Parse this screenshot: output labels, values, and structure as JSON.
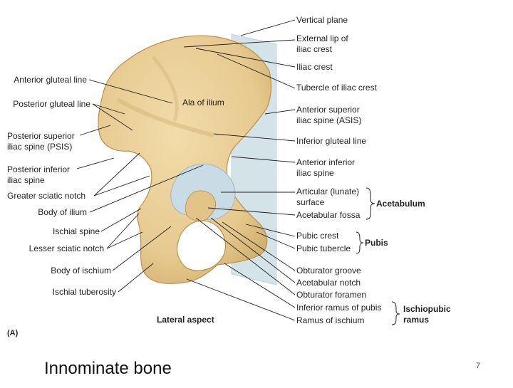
{
  "diagram": {
    "panel_letter": "(A)",
    "aspect_caption": "Lateral aspect",
    "left_labels": [
      "Anterior gluteal line",
      "Posterior gluteal line",
      "Posterior superior",
      "iliac spine (PSIS)",
      "Posterior inferior",
      "iliac spine",
      "Greater sciatic notch",
      "Body of ilium",
      "Ischial spine",
      "Lesser sciatic notch",
      "Body of ischium",
      "Ischial tuberosity"
    ],
    "center_label": "Ala of ilium",
    "right_labels": [
      "Vertical plane",
      "External lip of",
      "iliac crest",
      "Iliac crest",
      "Tubercle of iliac crest",
      "Anterior superior",
      "iliac spine (ASIS)",
      "Inferior gluteal line",
      "Anterior inferior",
      "iliac spine",
      "Articular (lunate)",
      "surface",
      "Acetabular fossa",
      "Pubic crest",
      "Pubic tubercle",
      "Obturator groove",
      "Acetabular notch",
      "Obturator foramen",
      "Inferior ramus of pubis",
      "Ramus of ischium"
    ],
    "groups": {
      "acetabulum": "Acetabulum",
      "pubis": "Pubis",
      "ischiopubic_line1": "Ischiopubic",
      "ischiopubic_line2": "ramus"
    },
    "colors": {
      "bone": "#e9cf98",
      "bone_shadow": "#c9a866",
      "plane": "#cfe0e6",
      "cartilage": "#c9dde6"
    }
  },
  "slide": {
    "title": "Innominate bone",
    "page_number": "7"
  }
}
